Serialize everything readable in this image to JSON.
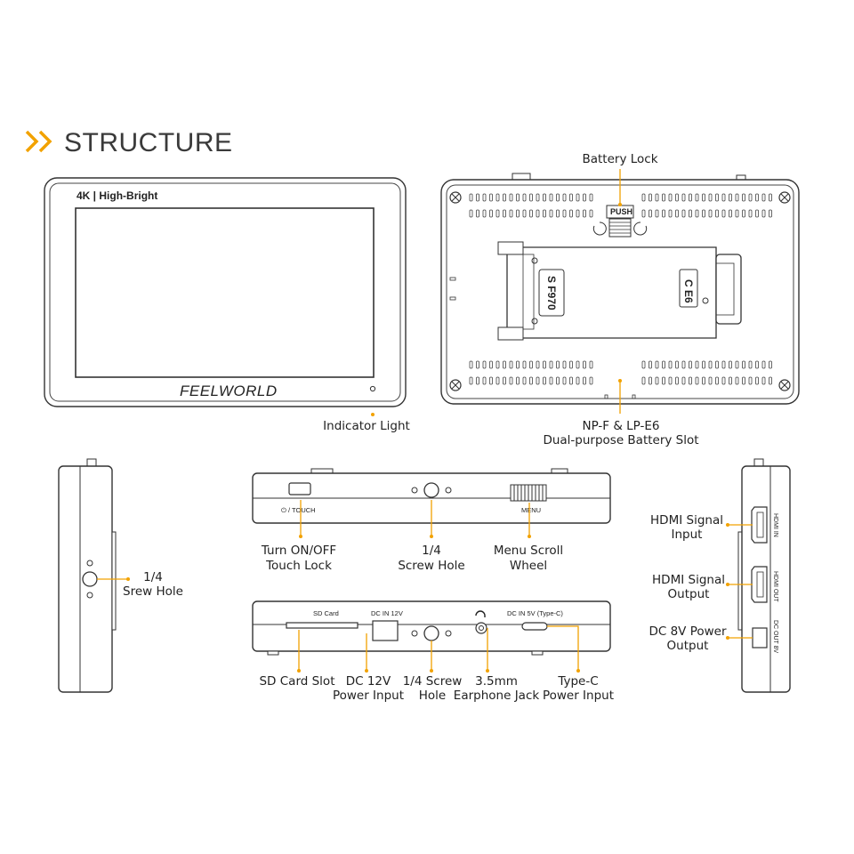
{
  "title": "STRUCTURE",
  "accent": "#F2A200",
  "front": {
    "tag": "4K | High-Bright",
    "brand": "FEELWORLD"
  },
  "back": {
    "push": "PUSH",
    "sony": "S F970",
    "canon": "C E6"
  },
  "side_left_text": "",
  "ports": {
    "power_touch": "⏻ / TOUCH",
    "menu": "MENU",
    "sd_card": "SD Card",
    "dc_in_12v": "DC IN 12V",
    "dc_in_5v": "DC IN 5V (Type-C)",
    "hdmi_in": "HDMI IN",
    "hdmi_out": "HDMI OUT",
    "dc_out_8v": "DC OUT 8V"
  },
  "callouts": {
    "battery_lock": "Battery Lock",
    "indicator_light": "Indicator Light",
    "battery_slot": [
      "NP-F & LP-E6",
      "Dual-purpose Battery Slot"
    ],
    "screw_hole_left": [
      "1/4",
      "Srew Hole"
    ],
    "turn_on_off": [
      "Turn ON/OFF",
      "Touch Lock"
    ],
    "screw_hole_top": [
      "1/4",
      "Screw Hole"
    ],
    "menu_wheel": [
      "Menu Scroll",
      "Wheel"
    ],
    "hdmi_signal_input": [
      "HDMI Signal",
      "Input"
    ],
    "hdmi_signal_output": [
      "HDMI Signal",
      "Output"
    ],
    "dc_8v_output": [
      "DC 8V Power",
      "Output"
    ],
    "sd_card_slot": "SD Card Slot",
    "dc_12v_input": [
      "DC 12V",
      "Power Input"
    ],
    "screw_hole_bottom": [
      "1/4 Screw",
      "Hole"
    ],
    "earphone_jack": [
      "3.5mm",
      "Earphone Jack"
    ],
    "type_c_input": [
      "Type-C",
      "Power Input"
    ]
  }
}
